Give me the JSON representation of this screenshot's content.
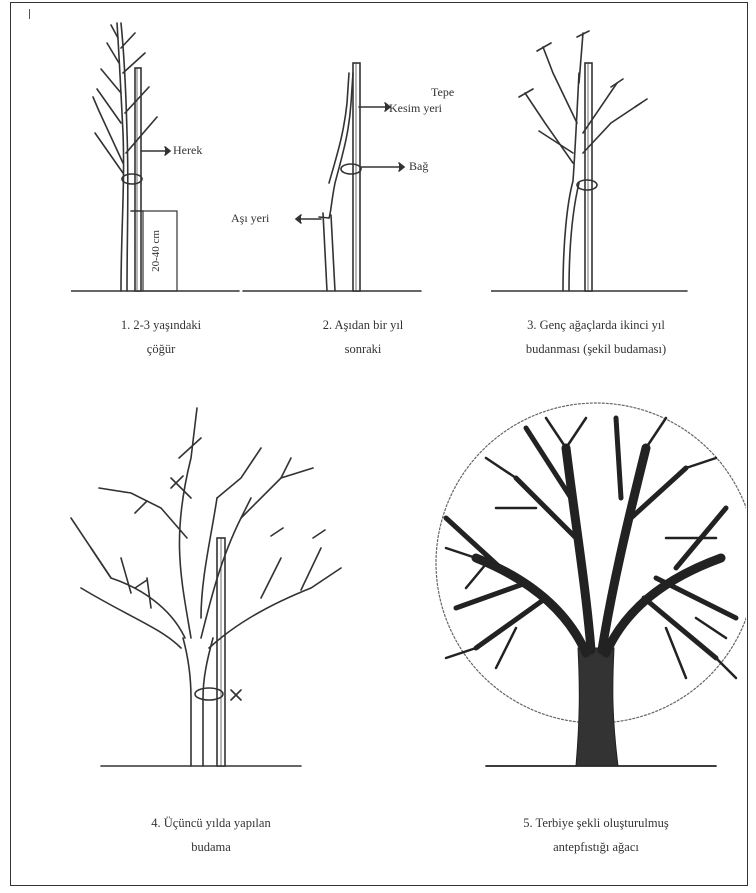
{
  "panels": [
    {
      "id": 1,
      "caption_line1": "1. 2-3 yaşındaki",
      "caption_line2": "çöğür",
      "labels": {
        "herek": "Herek",
        "height": "20-40 cm"
      }
    },
    {
      "id": 2,
      "caption_line1": "2. Aşıdan bir yıl",
      "caption_line2": "sonraki",
      "labels": {
        "tepe": "Tepe",
        "kesim": "Kesim yeri",
        "bag": "Bağ",
        "asi": "Aşı yeri"
      }
    },
    {
      "id": 3,
      "caption_line1": "3. Genç ağaçlarda ikinci yıl",
      "caption_line2": "budanması (şekil budaması)"
    },
    {
      "id": 4,
      "caption_line1": "4. Üçüncü yılda yapılan",
      "caption_line2": "budama"
    },
    {
      "id": 5,
      "caption_line1": "5. Terbiye şekli oluşturulmuş",
      "caption_line2": "antepfıstığı ağacı"
    }
  ]
}
